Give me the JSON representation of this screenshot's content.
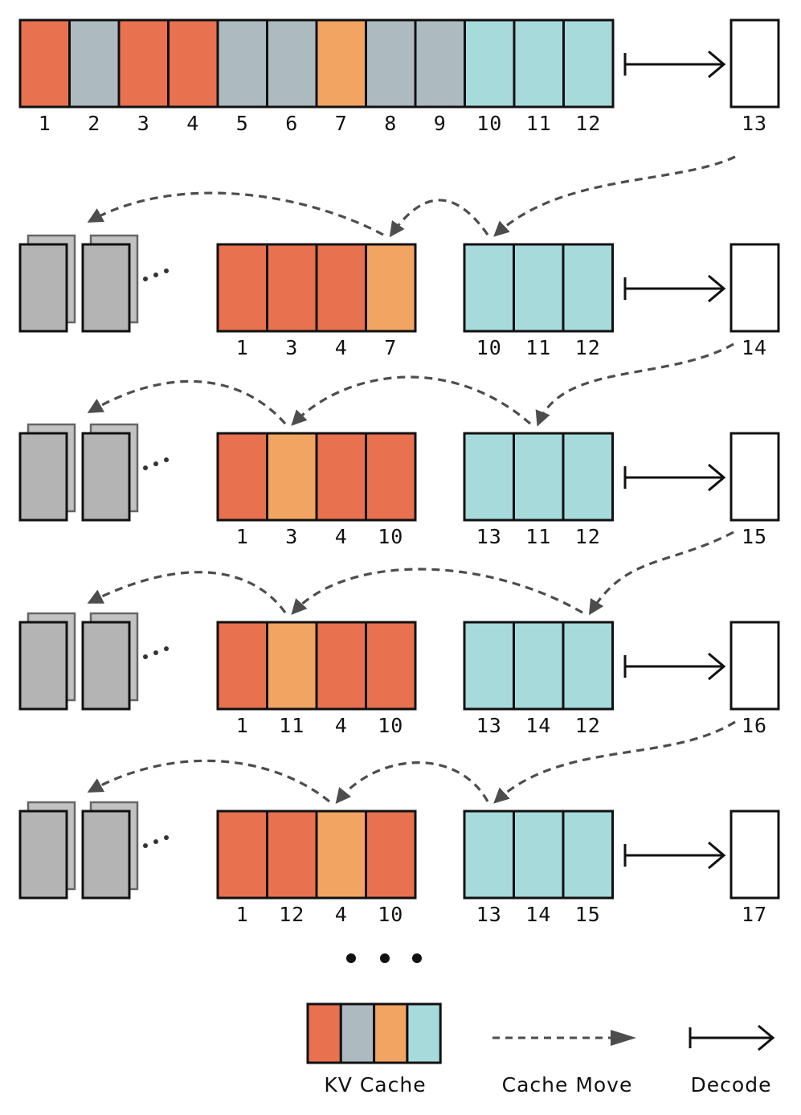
{
  "colors": {
    "red": "#E8714F",
    "gray": "#ADBBC1",
    "orange": "#F2A462",
    "teal": "#A7DADB",
    "empty": "#FFFFFF",
    "stack": "#B4B4B4",
    "stack_back": "#C2C2C2",
    "arrow": "#4D4D4D",
    "stroke": "#111111"
  },
  "top_row": {
    "cells": [
      {
        "label": "1",
        "color": "red"
      },
      {
        "label": "2",
        "color": "gray"
      },
      {
        "label": "3",
        "color": "red"
      },
      {
        "label": "4",
        "color": "red"
      },
      {
        "label": "5",
        "color": "gray"
      },
      {
        "label": "6",
        "color": "gray"
      },
      {
        "label": "7",
        "color": "orange"
      },
      {
        "label": "8",
        "color": "gray"
      },
      {
        "label": "9",
        "color": "gray"
      },
      {
        "label": "10",
        "color": "teal"
      },
      {
        "label": "11",
        "color": "teal"
      },
      {
        "label": "12",
        "color": "teal"
      }
    ],
    "next_token": "13"
  },
  "rows": [
    {
      "left": [
        {
          "label": "1",
          "color": "red"
        },
        {
          "label": "3",
          "color": "red"
        },
        {
          "label": "4",
          "color": "red"
        },
        {
          "label": "7",
          "color": "orange"
        }
      ],
      "right": [
        {
          "label": "10",
          "color": "teal"
        },
        {
          "label": "11",
          "color": "teal"
        },
        {
          "label": "12",
          "color": "teal"
        }
      ],
      "next_token": "14"
    },
    {
      "left": [
        {
          "label": "1",
          "color": "red"
        },
        {
          "label": "3",
          "color": "orange"
        },
        {
          "label": "4",
          "color": "red"
        },
        {
          "label": "10",
          "color": "red"
        }
      ],
      "right": [
        {
          "label": "13",
          "color": "teal"
        },
        {
          "label": "11",
          "color": "teal"
        },
        {
          "label": "12",
          "color": "teal"
        }
      ],
      "next_token": "15"
    },
    {
      "left": [
        {
          "label": "1",
          "color": "red"
        },
        {
          "label": "11",
          "color": "orange"
        },
        {
          "label": "4",
          "color": "red"
        },
        {
          "label": "10",
          "color": "red"
        }
      ],
      "right": [
        {
          "label": "13",
          "color": "teal"
        },
        {
          "label": "14",
          "color": "teal"
        },
        {
          "label": "12",
          "color": "teal"
        }
      ],
      "next_token": "16"
    },
    {
      "left": [
        {
          "label": "1",
          "color": "red"
        },
        {
          "label": "12",
          "color": "red"
        },
        {
          "label": "4",
          "color": "orange"
        },
        {
          "label": "10",
          "color": "red"
        }
      ],
      "right": [
        {
          "label": "13",
          "color": "teal"
        },
        {
          "label": "14",
          "color": "teal"
        },
        {
          "label": "15",
          "color": "teal"
        }
      ],
      "next_token": "17"
    }
  ],
  "legend": {
    "kv_cache_colors": [
      "red",
      "gray",
      "orange",
      "teal"
    ],
    "kv_cache_label": "KV Cache",
    "cache_move_label": "Cache Move",
    "decode_label": "Decode"
  }
}
